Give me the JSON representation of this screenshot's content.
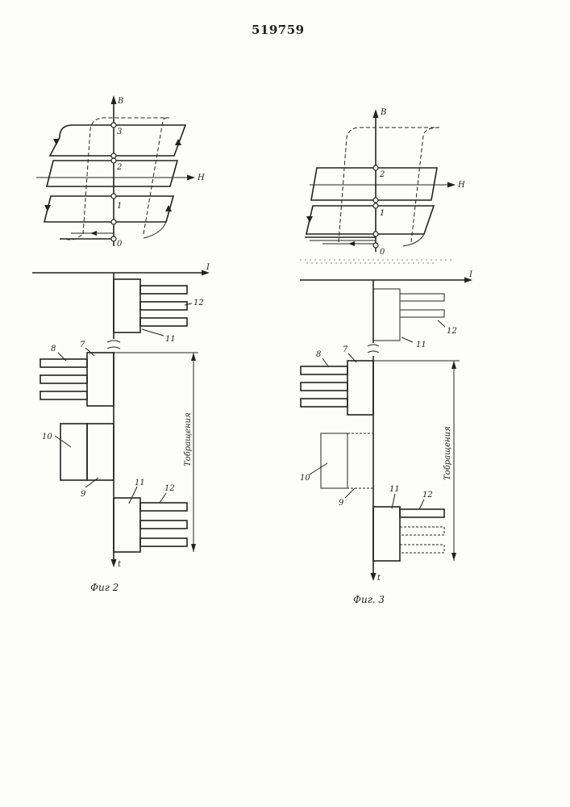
{
  "patent_number": "519759",
  "figure2": {
    "caption": "Фиг 2",
    "axis_b": "В",
    "axis_h": "Н",
    "axis_i": "I",
    "axis_t": "t",
    "points": [
      "3",
      "2",
      "1",
      "0"
    ],
    "block_labels": {
      "n7": "7",
      "n8": "8",
      "n9": "9",
      "n10": "10",
      "n11_top": "11",
      "n11_bottom": "11",
      "n12_top": "12",
      "n12_bottom": "12"
    },
    "interval_label": "Тобращения"
  },
  "figure3": {
    "caption": "Фиг. 3",
    "axis_b": "В",
    "axis_h": "Н",
    "axis_i": "I",
    "axis_t": "t",
    "points": [
      "2",
      "1",
      "0"
    ],
    "block_labels": {
      "n7": "7",
      "n8": "8",
      "n9": "9",
      "n10": "10",
      "n11_top": "11",
      "n11_bottom": "11",
      "n12_top": "12",
      "n12_bottom": "12"
    },
    "interval_label": "Тобращения"
  }
}
